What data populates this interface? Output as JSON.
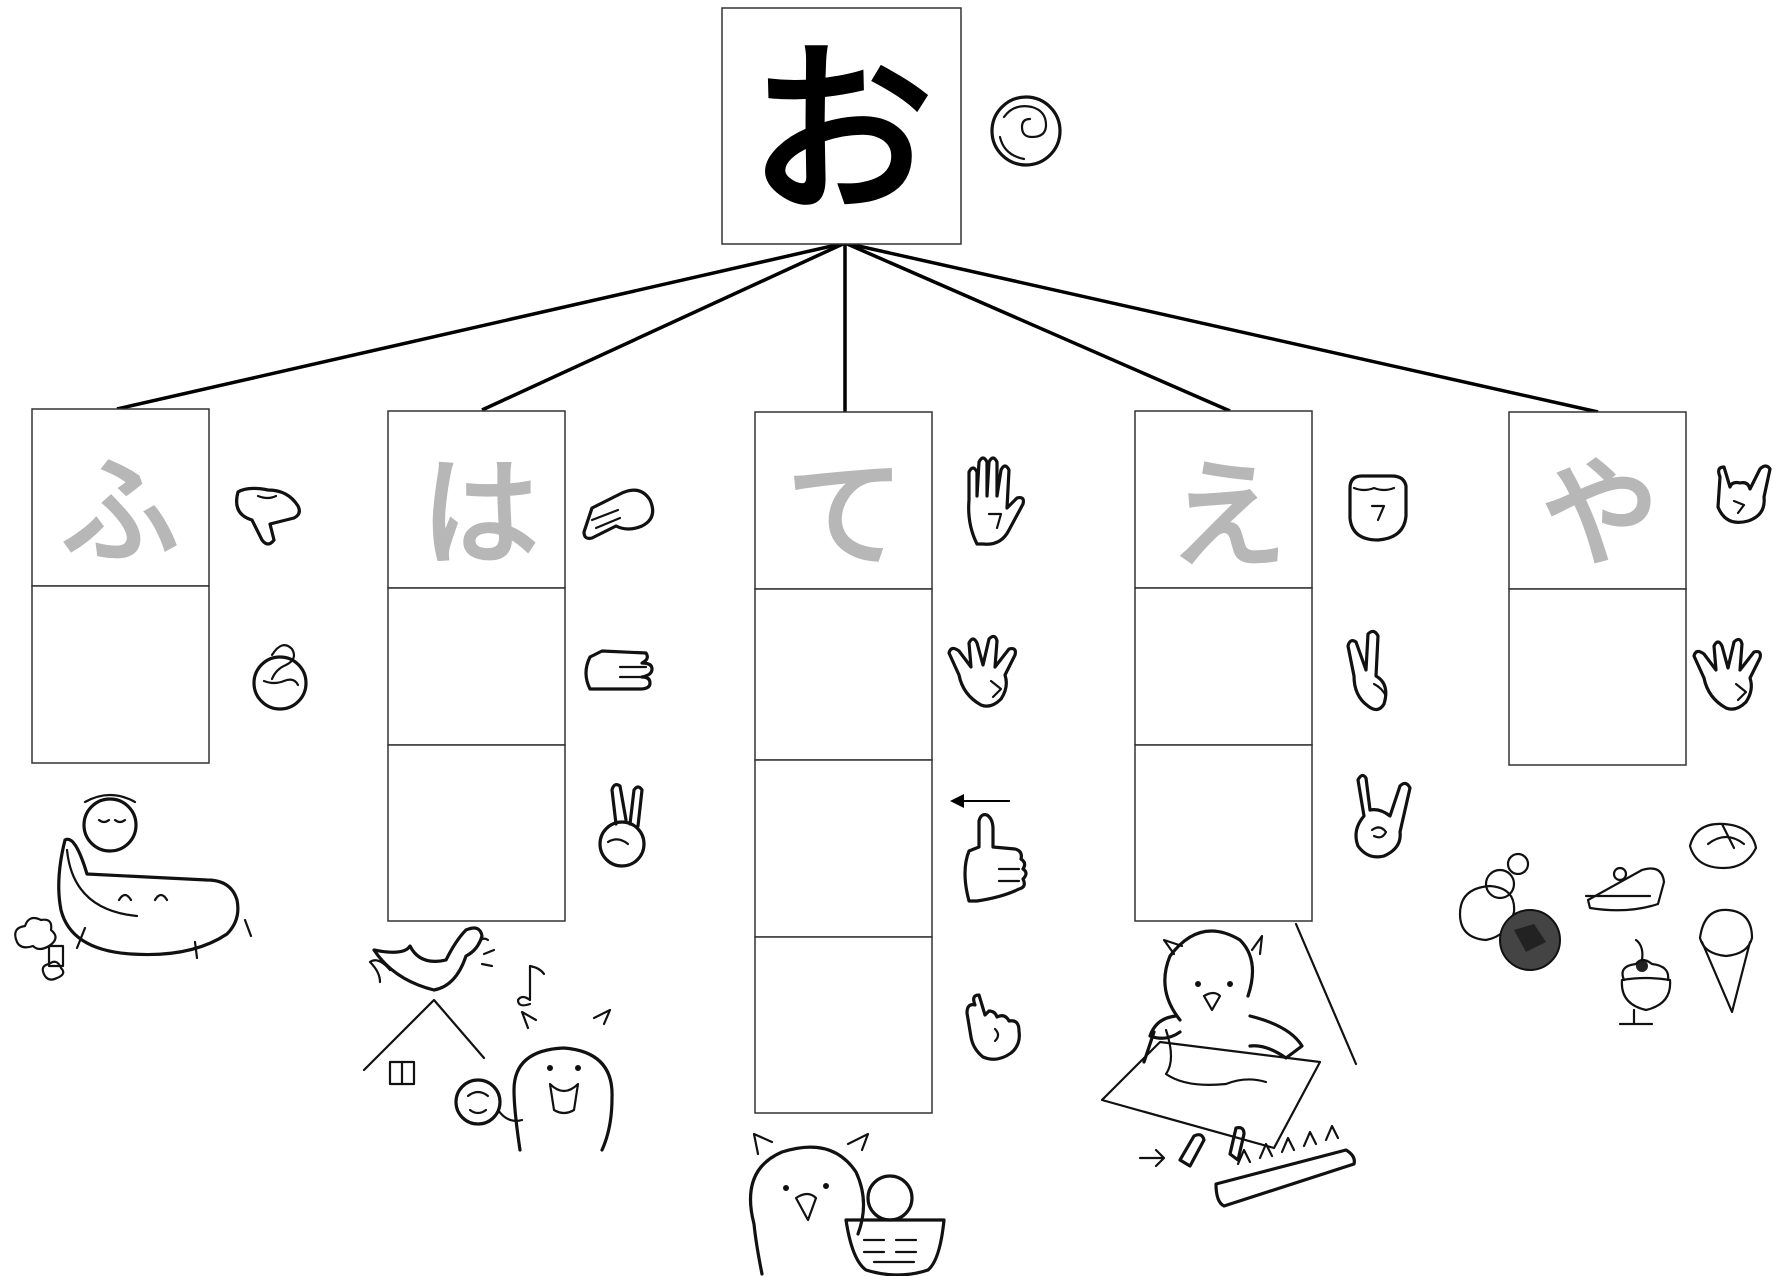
{
  "root": {
    "char": "お",
    "hand_sign_icon": "fist-hand-sign-icon"
  },
  "branches": [
    {
      "char": "ふ",
      "empty_box_count": 1,
      "hand_sign_icons": [
        "pointing-down-hand-sign-icon",
        "fu-hand-sign-icon"
      ],
      "illustration": "bear-in-bathtub-icon"
    },
    {
      "char": "は",
      "empty_box_count": 2,
      "hand_sign_icons": [
        "ha-hand-sign-icon",
        "flat-hand-sideways-sign-icon",
        "two-fingers-sign-icon"
      ],
      "illustration": "rooster-and-bear-singing-icon"
    },
    {
      "char": "て",
      "empty_box_count": 3,
      "hand_sign_icons": [
        "open-palm-sign-icon",
        "three-fingers-sign-icon",
        "arrow-left-icon",
        "thumbs-up-sign-icon",
        "pinky-sign-icon"
      ],
      "illustration": "bear-with-basket-icon"
    },
    {
      "char": "え",
      "empty_box_count": 2,
      "hand_sign_icons": [
        "fist-front-sign-icon",
        "v-sign-icon",
        "horns-sign-icon"
      ],
      "illustration": "bear-drawing-with-crayons-icon"
    },
    {
      "char": "や",
      "empty_box_count": 1,
      "hand_sign_icons": [
        "ya-hand-sign-icon",
        "three-fingers-sign-icon"
      ],
      "illustration": "sweets-and-snacks-icon"
    }
  ],
  "colors": {
    "line": "#000000",
    "faded_char": "#b7b7b7",
    "box_border": "#333333"
  }
}
